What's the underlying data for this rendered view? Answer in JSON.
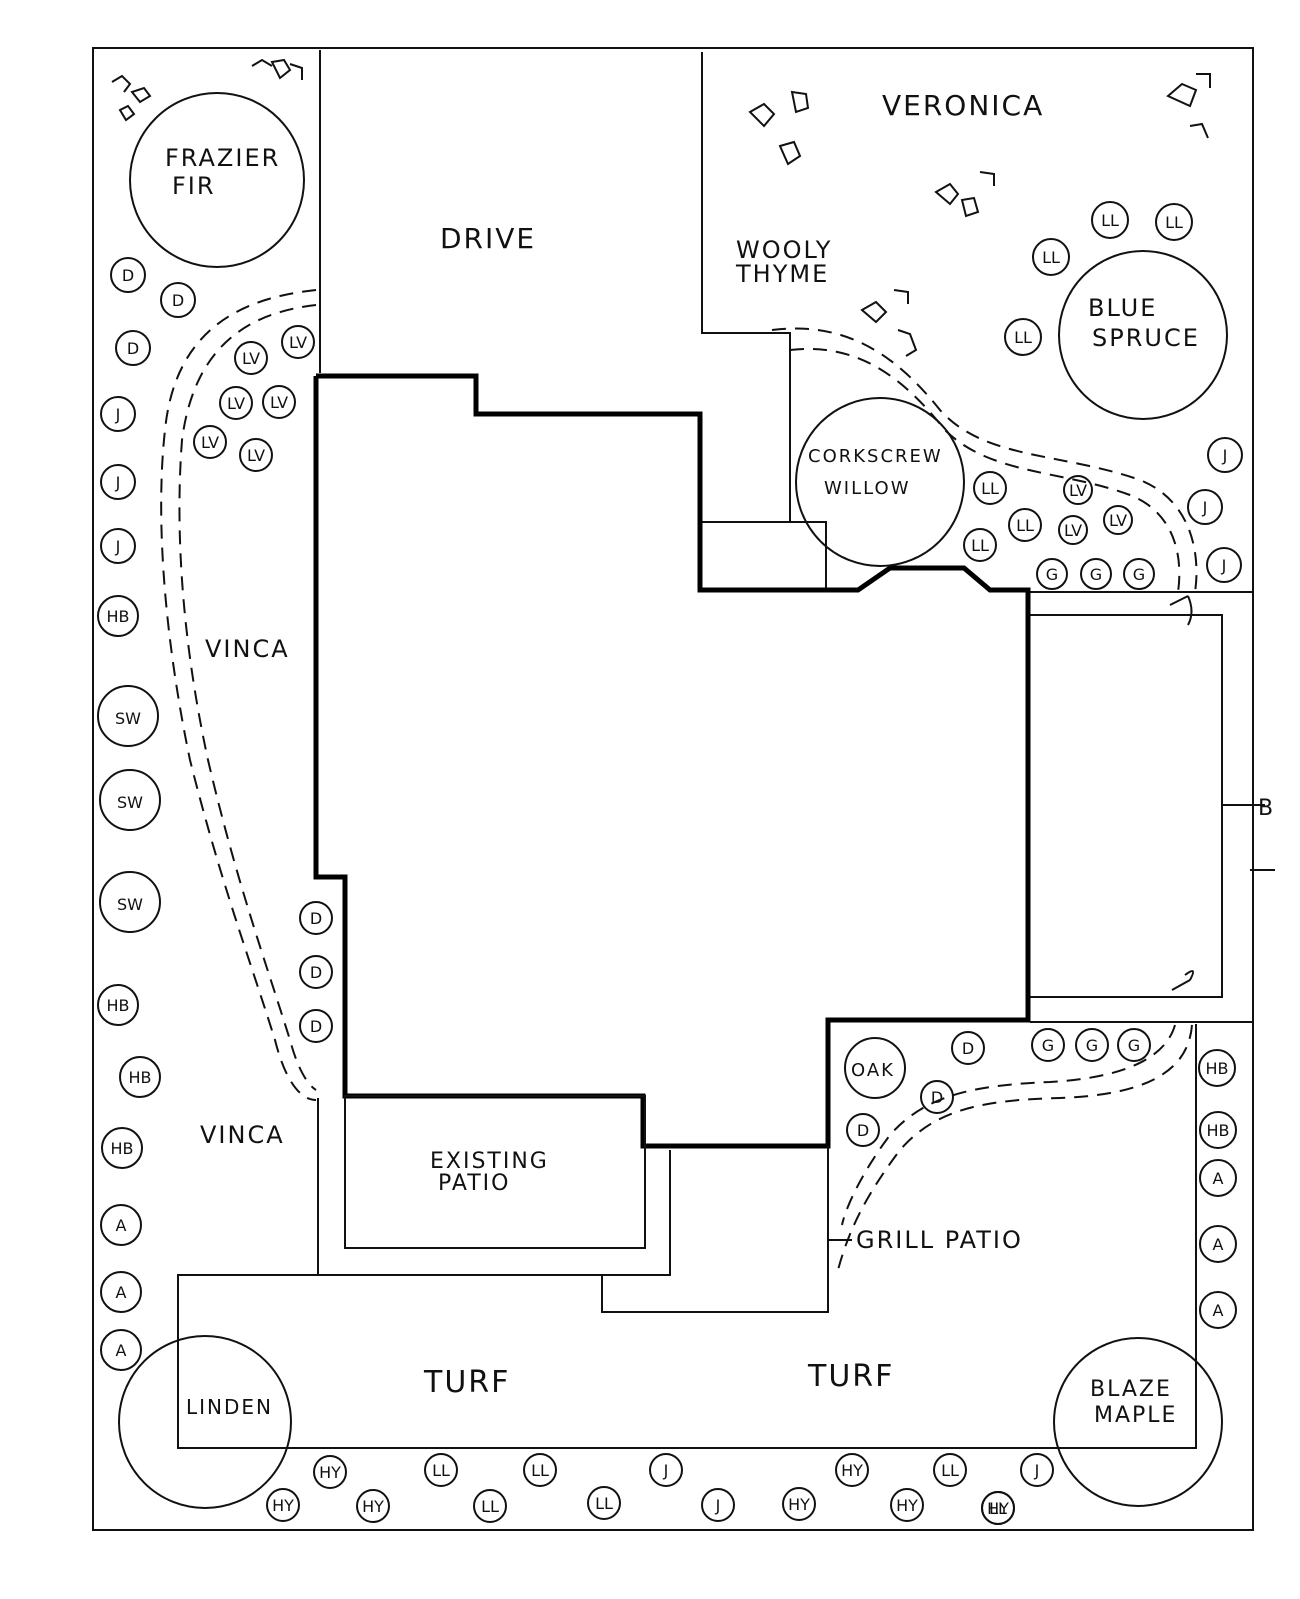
{
  "labels": {
    "drive": "DRIVE",
    "veronica": "VERONICA",
    "wooly_thyme_1": "WOOLY",
    "wooly_thyme_2": "THYME",
    "frazier_fir_1": "FRAZIER",
    "frazier_fir_2": "FIR",
    "blue_spruce_1": "BLUE",
    "blue_spruce_2": "SPRUCE",
    "corkscrew_willow_1": "CORKSCREW",
    "corkscrew_willow_2": "WILLOW",
    "vinca_upper": "VINCA",
    "vinca_lower": "VINCA",
    "existing_patio_1": "EXISTING",
    "existing_patio_2": "PATIO",
    "grill_patio": "GRILL PATIO",
    "oak": "OAK",
    "turf_left": "TURF",
    "turf_right": "TURF",
    "linden": "LINDEN",
    "blaze_maple_1": "BLAZE",
    "blaze_maple_2": "MAPLE",
    "edge_mark": "B"
  },
  "plants": [
    {
      "code": "D"
    },
    {
      "code": "D"
    },
    {
      "code": "D"
    },
    {
      "code": "J"
    },
    {
      "code": "J"
    },
    {
      "code": "J"
    },
    {
      "code": "HB"
    },
    {
      "code": "SW"
    },
    {
      "code": "SW"
    },
    {
      "code": "SW"
    },
    {
      "code": "HB"
    },
    {
      "code": "HB"
    },
    {
      "code": "HB"
    },
    {
      "code": "A"
    },
    {
      "code": "A"
    },
    {
      "code": "A"
    },
    {
      "code": "LV"
    },
    {
      "code": "LV"
    },
    {
      "code": "LV"
    },
    {
      "code": "LV"
    },
    {
      "code": "LV"
    },
    {
      "code": "LV"
    },
    {
      "code": "D"
    },
    {
      "code": "D"
    },
    {
      "code": "D"
    },
    {
      "code": "LL"
    },
    {
      "code": "LL"
    },
    {
      "code": "LL"
    },
    {
      "code": "LL"
    },
    {
      "code": "J"
    },
    {
      "code": "J"
    },
    {
      "code": "J"
    },
    {
      "code": "LL"
    },
    {
      "code": "LV"
    },
    {
      "code": "LL"
    },
    {
      "code": "LV"
    },
    {
      "code": "LV"
    },
    {
      "code": "LL"
    },
    {
      "code": "G"
    },
    {
      "code": "G"
    },
    {
      "code": "G"
    },
    {
      "code": "G"
    },
    {
      "code": "G"
    },
    {
      "code": "G"
    },
    {
      "code": "D"
    },
    {
      "code": "D"
    },
    {
      "code": "D"
    },
    {
      "code": "HB"
    },
    {
      "code": "HB"
    },
    {
      "code": "A"
    },
    {
      "code": "A"
    },
    {
      "code": "A"
    },
    {
      "code": "HY"
    },
    {
      "code": "HY"
    },
    {
      "code": "LL"
    },
    {
      "code": "LL"
    },
    {
      "code": "J"
    },
    {
      "code": "HY"
    },
    {
      "code": "LL"
    },
    {
      "code": "LL"
    },
    {
      "code": "HY"
    },
    {
      "code": "HY"
    },
    {
      "code": "LL"
    },
    {
      "code": "J"
    },
    {
      "code": "J"
    },
    {
      "code": "HY"
    },
    {
      "code": "HY"
    },
    {
      "code": "LL"
    }
  ]
}
